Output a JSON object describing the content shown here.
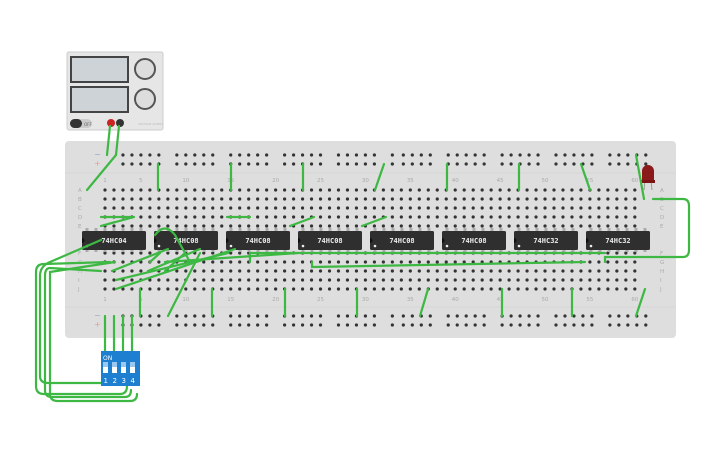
{
  "power_supply": {
    "switch_label": "OFF",
    "brand": "VOLTAGE SUPPLY"
  },
  "breadboard": {
    "rows_top": [
      "A",
      "B",
      "C",
      "D",
      "E"
    ],
    "rows_bottom": [
      "F",
      "G",
      "H",
      "I",
      "J"
    ],
    "column_numbers": [
      "1",
      "5",
      "10",
      "15",
      "20",
      "25",
      "30",
      "35",
      "40",
      "45",
      "50",
      "55",
      "60"
    ],
    "rail_minus": "−",
    "rail_plus": "+"
  },
  "chips": [
    {
      "label": "74HC04"
    },
    {
      "label": "74HC08"
    },
    {
      "label": "74HC08"
    },
    {
      "label": "74HC08"
    },
    {
      "label": "74HC08"
    },
    {
      "label": "74HC08"
    },
    {
      "label": "74HC32"
    },
    {
      "label": "74HC32"
    }
  ],
  "dip_switch": {
    "on_label": "ON",
    "switches": [
      "1",
      "2",
      "3",
      "4"
    ]
  },
  "colors": {
    "wire": "#3db843",
    "board": "#dedede",
    "chip": "#2f2f2f",
    "dip": "#1e7fd0",
    "led": "#8b1a1a"
  }
}
